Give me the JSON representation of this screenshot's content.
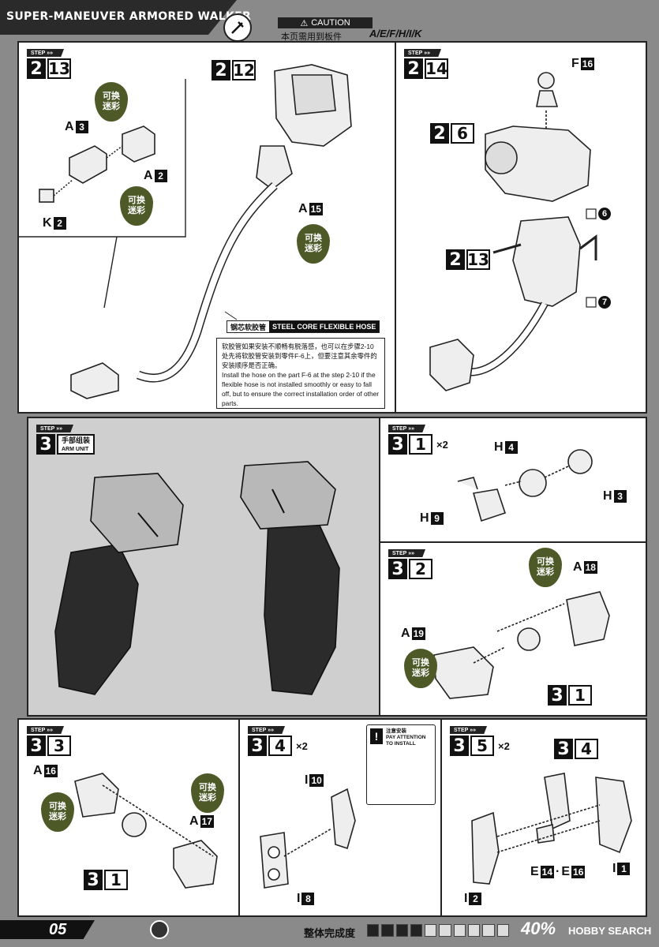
{
  "header": {
    "title": "SUPER-MANEUVER ARMORED WALKER",
    "caution_label": "CAUTION",
    "caution_note": "本页需用到板件",
    "caution_parts": "A/E/F/H/I/K"
  },
  "common": {
    "step_label": "STEP",
    "swap_text_1": "可换",
    "swap_text_2": "迷彩"
  },
  "step_2_13": {
    "main": "2",
    "sub": "13",
    "labels": [
      {
        "part": "A",
        "num": "3"
      },
      {
        "part": "A",
        "num": "2"
      },
      {
        "part": "K",
        "num": "2"
      }
    ]
  },
  "step_2_12": {
    "main": "2",
    "sub": "12",
    "labels": [
      {
        "part": "A",
        "num": "15"
      }
    ],
    "hose_title_cn": "钢芯软胶管",
    "hose_title_en": "STEEL CORE FLEXIBLE HOSE",
    "hose_note_cn": "软胶管如果安装不顺畅有脱落感，也可以在步骤2-10处先将软胶管安装到零件F-6上，但要注意其余零件的安装顺序是否正确。",
    "hose_note_en": "Install the hose on the part F-6 at the step 2-10 if the flexible hose is not installed smoothly or easy to fall off, but to ensure the correct installation order of other parts."
  },
  "step_2_14": {
    "main": "2",
    "sub": "14",
    "ref_a": {
      "main": "2",
      "sub": "6"
    },
    "ref_b": {
      "main": "2",
      "sub": "13"
    },
    "labels": [
      {
        "part": "F",
        "num": "16"
      }
    ],
    "markers": [
      "6",
      "7"
    ]
  },
  "step_3": {
    "main": "3",
    "title_cn": "手部组装",
    "title_en": "ARM UNIT"
  },
  "step_3_1": {
    "main": "3",
    "sub": "1",
    "mult": "×2",
    "labels": [
      {
        "part": "H",
        "num": "4"
      },
      {
        "part": "H",
        "num": "3"
      },
      {
        "part": "H",
        "num": "9"
      }
    ]
  },
  "step_3_2": {
    "main": "3",
    "sub": "2",
    "labels": [
      {
        "part": "A",
        "num": "18"
      },
      {
        "part": "A",
        "num": "19"
      }
    ],
    "ref": {
      "main": "3",
      "sub": "1"
    }
  },
  "step_3_3": {
    "main": "3",
    "sub": "3",
    "labels": [
      {
        "part": "A",
        "num": "16"
      },
      {
        "part": "A",
        "num": "17"
      }
    ],
    "ref": {
      "main": "3",
      "sub": "1"
    }
  },
  "step_3_4": {
    "main": "3",
    "sub": "4",
    "mult": "×2",
    "labels": [
      {
        "part": "I",
        "num": "10"
      },
      {
        "part": "I",
        "num": "8"
      }
    ]
  },
  "attention": {
    "icon": "!",
    "text_cn": "注意安装",
    "text_en": "PAY ATTENTION TO INSTALL"
  },
  "step_3_5": {
    "main": "3",
    "sub": "5",
    "mult": "×2",
    "ref": {
      "main": "3",
      "sub": "4"
    },
    "labels": [
      {
        "part": "E",
        "num": "14"
      },
      {
        "part": "E",
        "num": "16"
      },
      {
        "part": "I",
        "num": "1"
      },
      {
        "part": "I",
        "num": "2"
      }
    ],
    "e_separator": "·"
  },
  "footer": {
    "page": "05",
    "progress_label": "整体完成度",
    "progress_percent": "40%",
    "progress_fraction": 0.4,
    "watermark": "HOBBY SEARCH"
  }
}
